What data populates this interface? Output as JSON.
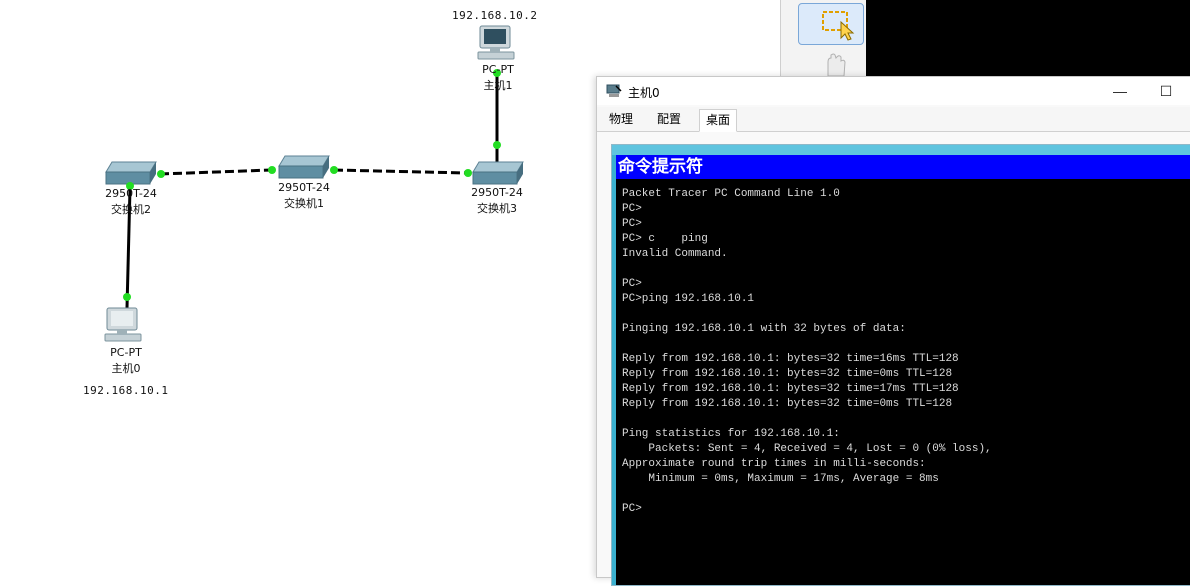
{
  "topology": {
    "devices": [
      {
        "id": "pc1",
        "model": "PC-PT",
        "name": "主机1",
        "ip": "192.168.10.2"
      },
      {
        "id": "sw2",
        "model": "2950T-24",
        "name": "交换机2"
      },
      {
        "id": "sw1",
        "model": "2950T-24",
        "name": "交换机1"
      },
      {
        "id": "sw3",
        "model": "2950T-24",
        "name": "交换机3"
      },
      {
        "id": "pc0",
        "model": "PC-PT",
        "name": "主机0",
        "ip": "192.168.10.1"
      }
    ],
    "link_color": "#000000",
    "port_color": "#22dd22"
  },
  "window": {
    "title": "主机0",
    "minimize": "—",
    "maximize": "☐",
    "tabs": [
      {
        "label": "物理"
      },
      {
        "label": "配置"
      },
      {
        "label": "桌面",
        "active": true
      }
    ]
  },
  "terminal": {
    "title": "命令提示符",
    "lines": [
      "Packet Tracer PC Command Line 1.0",
      "PC>",
      "PC>",
      "PC> c    ping",
      "Invalid Command.",
      "",
      "PC>",
      "PC>ping 192.168.10.1",
      "",
      "Pinging 192.168.10.1 with 32 bytes of data:",
      "",
      "Reply from 192.168.10.1: bytes=32 time=16ms TTL=128",
      "Reply from 192.168.10.1: bytes=32 time=0ms TTL=128",
      "Reply from 192.168.10.1: bytes=32 time=17ms TTL=128",
      "Reply from 192.168.10.1: bytes=32 time=0ms TTL=128",
      "",
      "Ping statistics for 192.168.10.1:",
      "    Packets: Sent = 4, Received = 4, Lost = 0 (0% loss),",
      "Approximate round trip times in milli-seconds:",
      "    Minimum = 0ms, Maximum = 17ms, Average = 8ms",
      "",
      "PC>"
    ]
  },
  "colors": {
    "cmd_title_bg": "#0000ff",
    "desktop_bg": "#3ab0cf",
    "terminal_bg": "#000000"
  },
  "icons": {
    "select": "select-tool-icon",
    "hand": "hand-tool-icon",
    "window": "pc-window-icon"
  }
}
